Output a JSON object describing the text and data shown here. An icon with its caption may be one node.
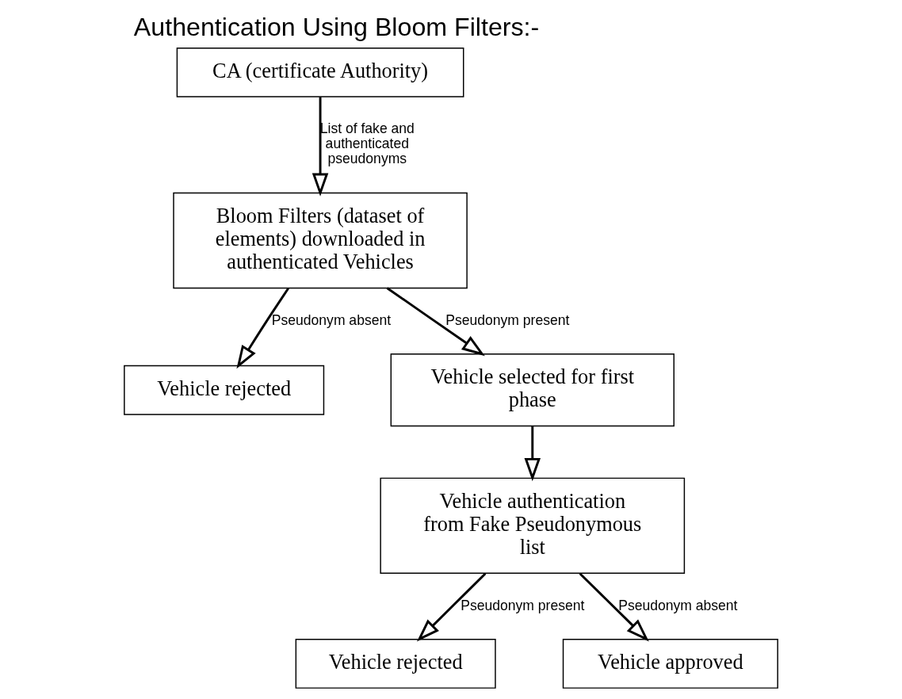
{
  "diagram": {
    "title": "Authentication Using Bloom Filters:-",
    "nodes": [
      {
        "text": [
          "Bloom Filters (dataset of elements) downloaded in authenticated Vehicles"
        ]
      },
      {
        "text": [
          "Vehicle rejected"
        ]
      },
      {
        "text": [
          "CA (certificate Authority)"
        ]
      },
      {
        "text": [
          "Vehicle selected for first phase"
        ]
      },
      {
        "text": [
          "Vehicle authentication from Fake Pseudonymous list"
        ]
      },
      {
        "text": [
          "Vehicle rejected"
        ]
      },
      {
        "text": [
          "Vehicle approved"
        ]
      }
    ],
    "edges": [
      {
        "from": 2,
        "to": 0,
        "arrow": "to",
        "label": "List of fake and authenticated pseudonyms"
      },
      {
        "from": 0,
        "to": 1,
        "arrow": "to",
        "label": "Pseudonym absent"
      },
      {
        "from": 0,
        "to": 3,
        "arrow": "to",
        "label": "Pseudonym present"
      },
      {
        "from": 3,
        "to": 4,
        "arrow": "to"
      },
      {
        "from": 4,
        "to": 5,
        "arrow": "to",
        "label": "Pseudonym present"
      },
      {
        "from": 4,
        "to": 6,
        "arrow": "to",
        "label": "Pseudonym absent"
      }
    ]
  }
}
